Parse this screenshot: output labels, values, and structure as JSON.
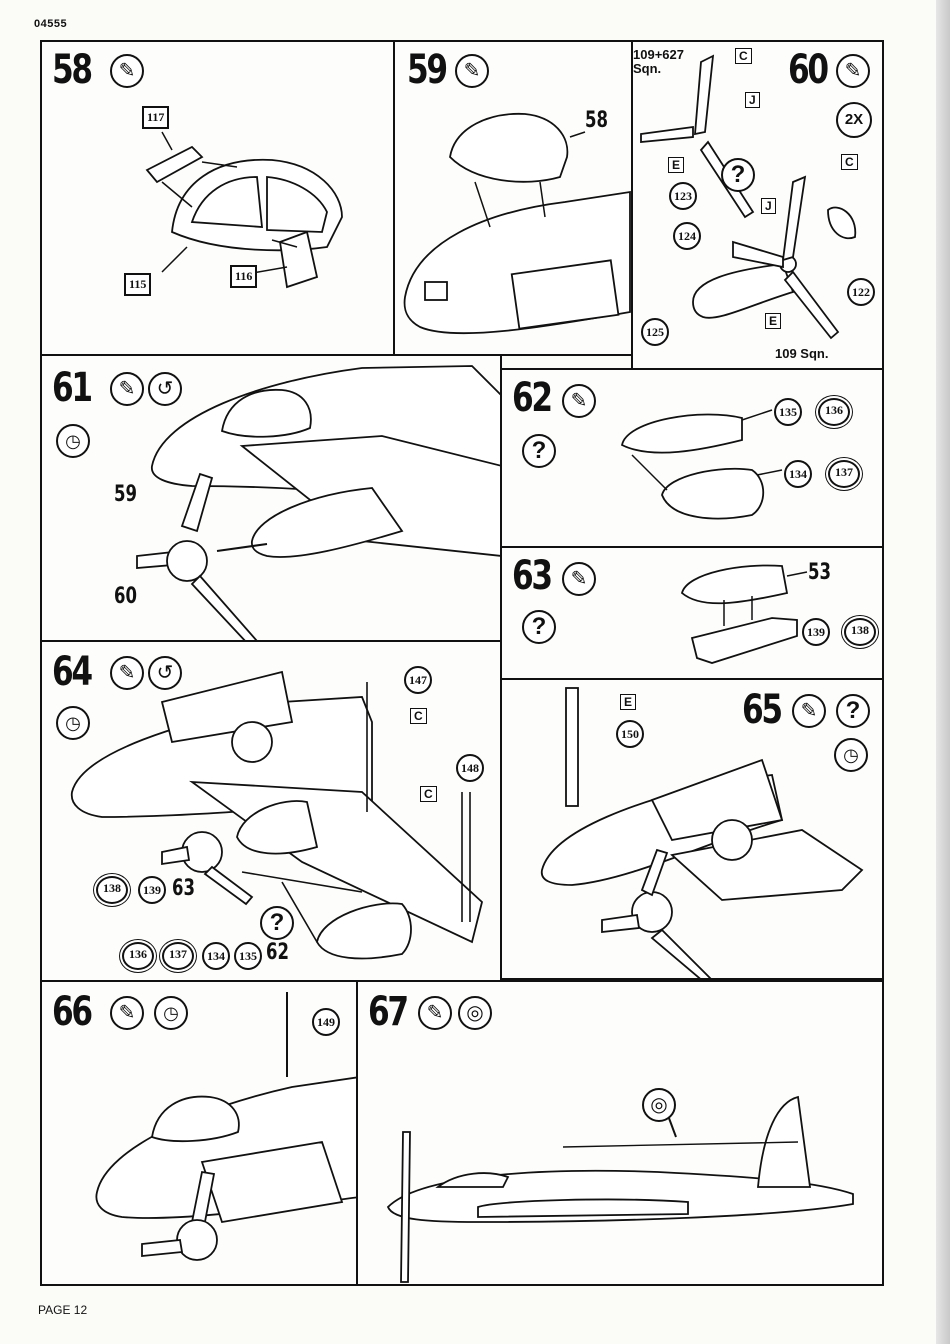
{
  "doc_code": "04555",
  "footer": "PAGE 12",
  "steps": {
    "s58": {
      "num": "58",
      "parts": [
        "117",
        "115",
        "116"
      ]
    },
    "s59": {
      "num": "59",
      "ref": "58"
    },
    "s60": {
      "num": "60",
      "qty": "2X",
      "note_top": "109+627\nSqn.",
      "note_bottom": "109 Sqn.",
      "parts": [
        "123",
        "124",
        "125",
        "122"
      ],
      "tags": [
        "C",
        "J",
        "E",
        "C",
        "J",
        "E"
      ]
    },
    "s61": {
      "num": "61",
      "refs": [
        "59",
        "60"
      ]
    },
    "s62": {
      "num": "62",
      "parts": [
        "135",
        "136",
        "134",
        "137"
      ]
    },
    "s63": {
      "num": "63",
      "ref": "53",
      "parts": [
        "139",
        "138"
      ]
    },
    "s64": {
      "num": "64",
      "parts": [
        "147",
        "148",
        "138",
        "139",
        "136",
        "137",
        "134",
        "135"
      ],
      "refs": [
        "63",
        "62"
      ],
      "tags": [
        "C",
        "C"
      ]
    },
    "s65": {
      "num": "65",
      "parts": [
        "150"
      ],
      "tags": [
        "E"
      ]
    },
    "s66": {
      "num": "66",
      "parts": [
        "149"
      ]
    },
    "s67": {
      "num": "67"
    }
  },
  "icons": {
    "glue": "glue-tube-icon",
    "question": "?",
    "clock": "drying-clock-icon",
    "rotate": "rotate-model-icon",
    "spool": "thread-spool-icon"
  }
}
